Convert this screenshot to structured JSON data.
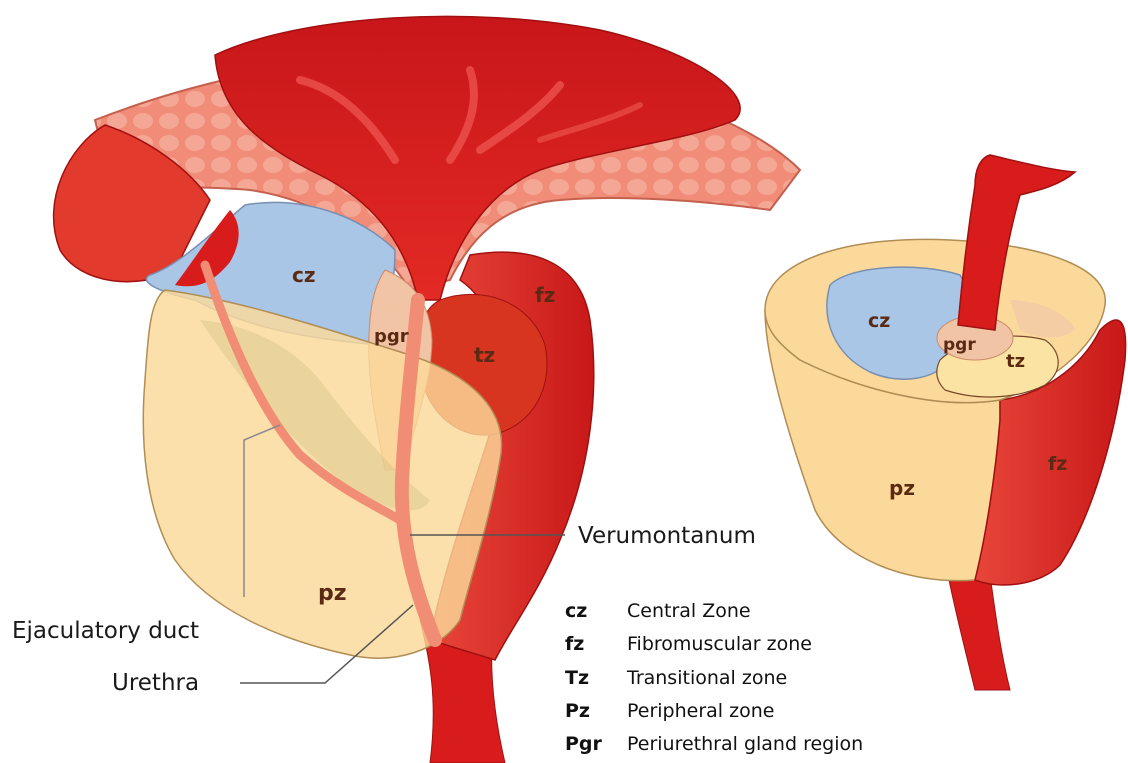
{
  "colors": {
    "muscle_dark": "#d01818",
    "muscle_light": "#ef5a4a",
    "muscle_pink": "#f3a191",
    "central_zone": "#a9c6e6",
    "peripheral_zone": "#fbd99a",
    "transition_zone": "#fbe4a3",
    "fibromuscular_zone": "#d93a2e",
    "periurethral": "#f2c4a6",
    "outline": "#7a4a2a"
  },
  "icons": {
    "left_illustration": "prostate-sagittal-anatomy",
    "right_illustration": "prostate-zonal-3d-section"
  },
  "left_diagram": {
    "labels": {
      "cz": "cz",
      "pgr": "pgr",
      "tz": "tz",
      "fz": "fz",
      "pz": "pz"
    }
  },
  "right_diagram": {
    "labels": {
      "cz": "cz",
      "pgr": "pgr",
      "tz": "tz",
      "fz": "fz",
      "pz": "pz"
    }
  },
  "callouts": {
    "verumontanum": "Verumontanum",
    "ejaculatory_duct": "Ejaculatory duct",
    "urethra": "Urethra"
  },
  "legend": [
    {
      "abbr": "cz",
      "desc": "Central Zone"
    },
    {
      "abbr": "fz",
      "desc": "Fibromuscular zone"
    },
    {
      "abbr": "Tz",
      "desc": "Transitional zone"
    },
    {
      "abbr": "Pz",
      "desc": "Peripheral zone"
    },
    {
      "abbr": "Pgr",
      "desc": "Periurethral gland region"
    }
  ]
}
